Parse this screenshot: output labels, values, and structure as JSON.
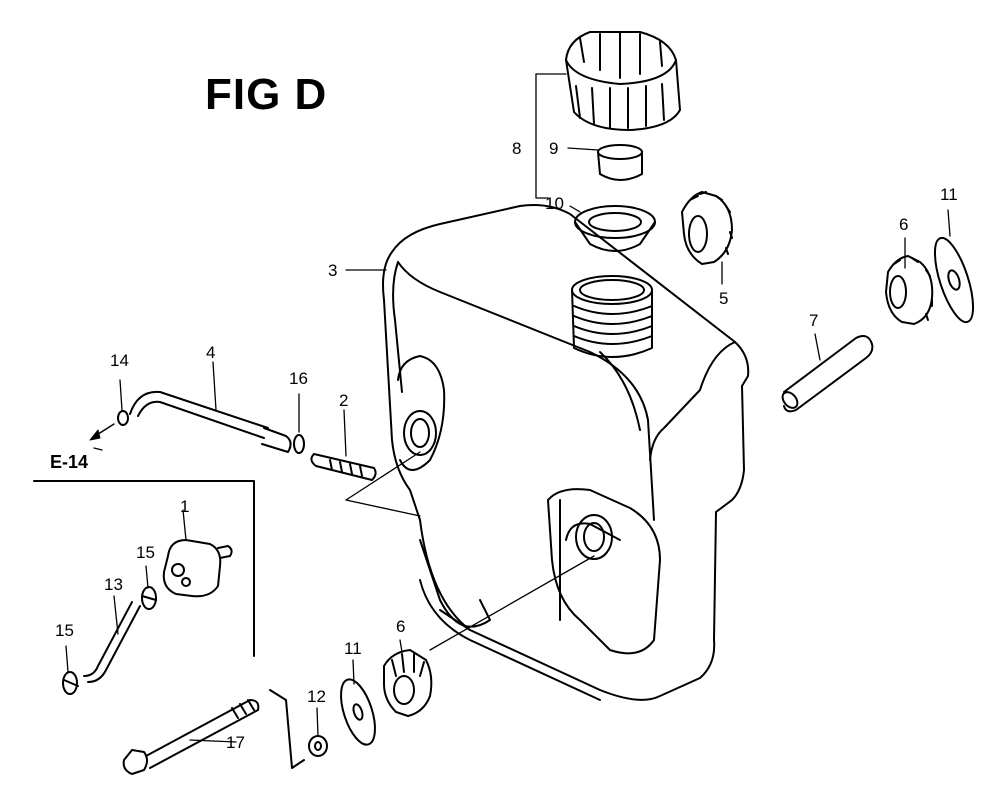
{
  "figure_title": "FIG D",
  "cross_reference": "E-14",
  "callouts": {
    "c1": "1",
    "c2": "2",
    "c3": "3",
    "c4": "4",
    "c5": "5",
    "c6_top": "6",
    "c6_bottom": "6",
    "c7": "7",
    "c8": "8",
    "c9": "9",
    "c10": "10",
    "c11_top": "11",
    "c11_bottom": "11",
    "c12": "12",
    "c13": "13",
    "c14": "14",
    "c15_top": "15",
    "c15_bottom": "15",
    "c16": "16",
    "c17": "17"
  }
}
